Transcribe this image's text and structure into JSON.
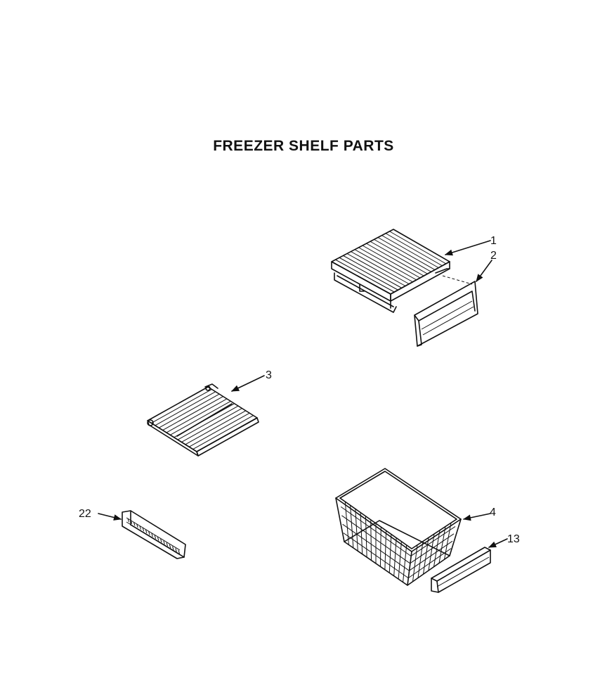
{
  "title": "FREEZER SHELF PARTS",
  "callouts": {
    "part_1": "1",
    "part_2": "2",
    "part_3": "3",
    "part_4": "4",
    "part_13": "13",
    "part_22": "22"
  },
  "colors": {
    "ink": "#111111",
    "paper": "#ffffff"
  }
}
